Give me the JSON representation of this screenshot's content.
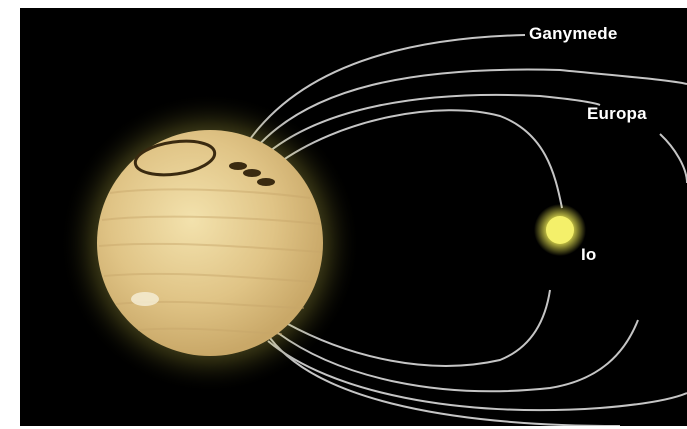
{
  "diagram": {
    "planet": {
      "name": "jupiter",
      "color": "#e3c98a",
      "glow_color": "#f6f2a0"
    },
    "moons": [
      {
        "id": "ganymede",
        "label": "Ganymede"
      },
      {
        "id": "europa",
        "label": "Europa"
      },
      {
        "id": "io",
        "label": "Io",
        "color": "#f4f06a"
      }
    ],
    "orbit_color": "#e8e8e8",
    "background_color": "#000000"
  }
}
